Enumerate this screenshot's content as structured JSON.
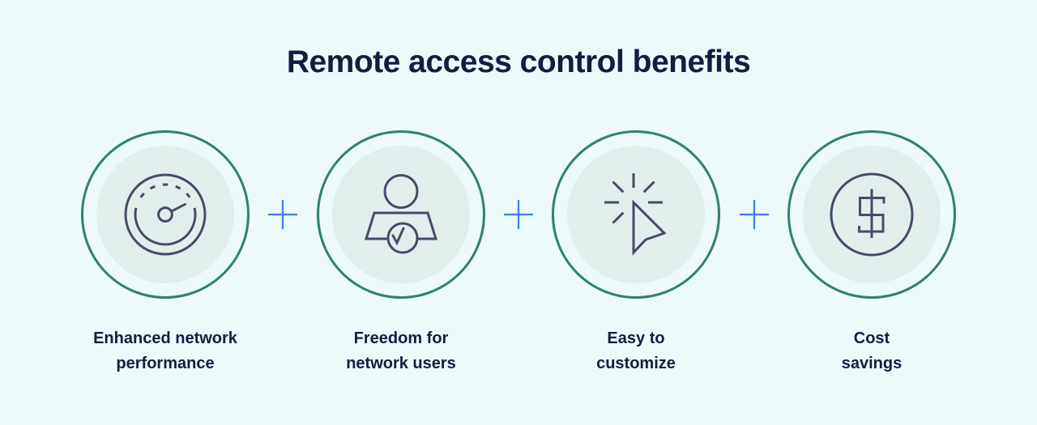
{
  "title": {
    "text": "Remote access control benefits"
  },
  "theme": {
    "bg": "#ecfbfa",
    "disc": "#e2eeec",
    "ring": "#2f8170",
    "icon_stroke": "#454b68",
    "plus": "#3d7af2",
    "text": "#131d3f"
  },
  "benefits": [
    {
      "icon": "speedometer-icon",
      "lines": [
        "Enhanced network",
        "performance"
      ]
    },
    {
      "icon": "user-check-icon",
      "lines": [
        "Freedom for",
        "network users"
      ]
    },
    {
      "icon": "cursor-click-icon",
      "lines": [
        "Easy to",
        "customize"
      ]
    },
    {
      "icon": "dollar-circle-icon",
      "lines": [
        "Cost",
        "savings"
      ]
    }
  ],
  "separator": {
    "symbol": "+",
    "count": 3
  }
}
